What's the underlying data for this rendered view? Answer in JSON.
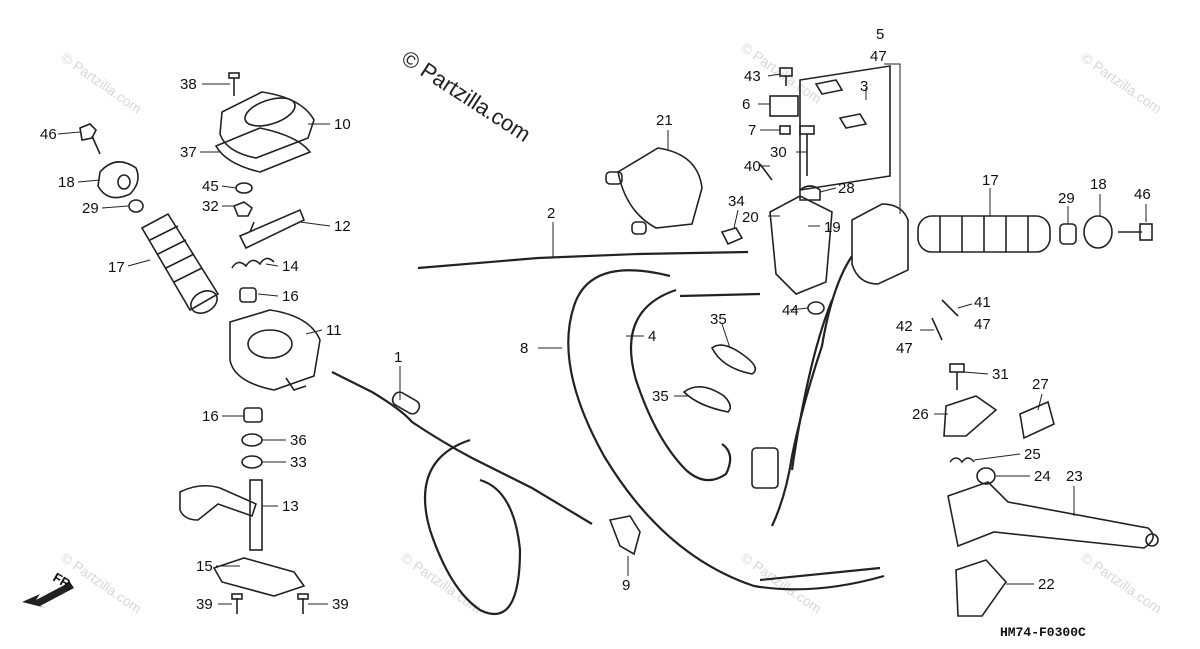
{
  "copyright": "© Partzilla.com",
  "diagram_code": "HM74-F0300C",
  "front_label": "FR.",
  "watermark_text": "© Partzilla.com",
  "callouts": {
    "p1": "1",
    "p2": "2",
    "p3": "3",
    "p4": "4",
    "p5": "5",
    "p6": "6",
    "p7": "7",
    "p8": "8",
    "p9": "9",
    "p10": "10",
    "p11": "11",
    "p12": "12",
    "p13": "13",
    "p14": "14",
    "p15": "15",
    "p16a": "16",
    "p16b": "16",
    "p17a": "17",
    "p17b": "17",
    "p18a": "18",
    "p18b": "18",
    "p19": "19",
    "p20": "20",
    "p21": "21",
    "p22": "22",
    "p23": "23",
    "p24": "24",
    "p25": "25",
    "p26": "26",
    "p27": "27",
    "p28": "28",
    "p29a": "29",
    "p29b": "29",
    "p30": "30",
    "p31": "31",
    "p32": "32",
    "p33": "33",
    "p34": "34",
    "p35a": "35",
    "p35b": "35",
    "p36": "36",
    "p37": "37",
    "p38": "38",
    "p39a": "39",
    "p39b": "39",
    "p40": "40",
    "p41": "41",
    "p42": "42",
    "p43": "43",
    "p44": "44",
    "p45": "45",
    "p46a": "46",
    "p46b": "46",
    "p47a": "47",
    "p47b": "47",
    "p47c": "47"
  }
}
